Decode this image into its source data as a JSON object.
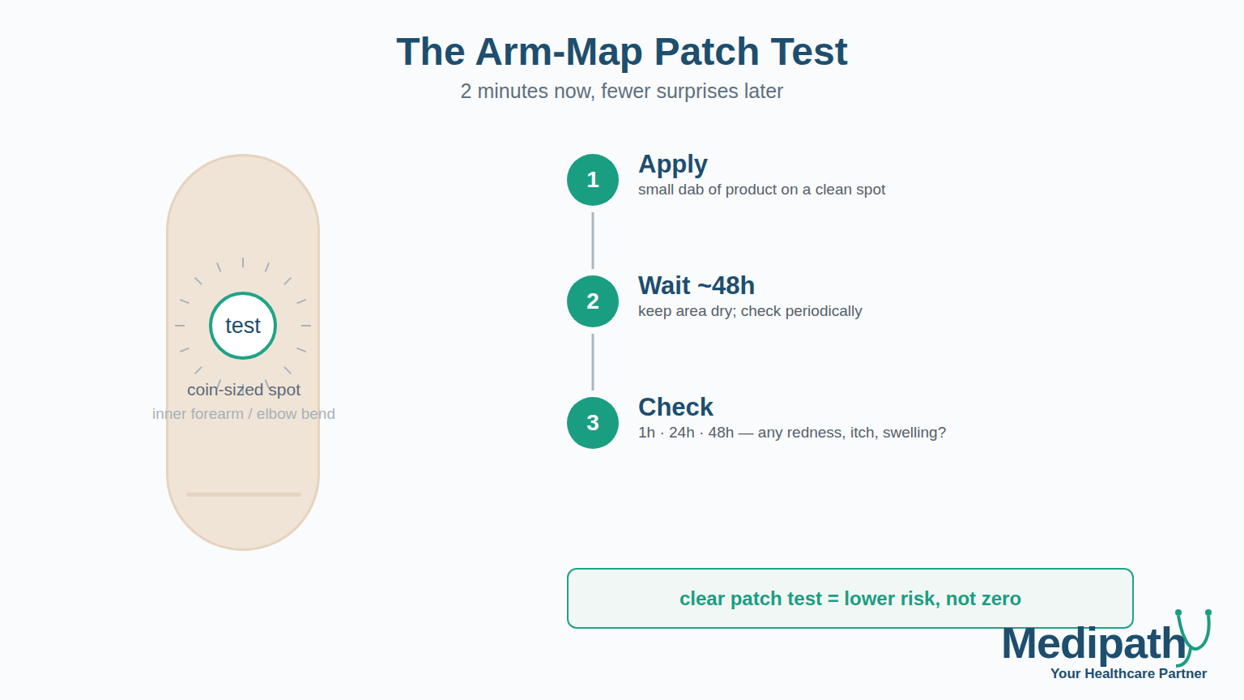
{
  "diagram": {
    "title": "The Arm-Map Patch Test",
    "caption": "2 minutes now, fewer surprises later",
    "nodes": [
      {
        "text": [
          "coin-sized spot",
          "inner forearm / elbow bend"
        ]
      },
      {
        "text": [
          "test"
        ],
        "in": 0
      },
      {
        "text": [
          "1"
        ]
      },
      {
        "text": [
          "2"
        ]
      },
      {
        "text": [
          "3"
        ]
      },
      {
        "text": [
          "clear patch test = lower risk, not zero"
        ]
      }
    ],
    "edges": [
      {
        "from": 2,
        "to": 3,
        "arrow": "none"
      },
      {
        "from": 3,
        "to": 4,
        "arrow": "none"
      }
    ],
    "labels": [
      "Apply",
      "small dab of product on a clean spot",
      "Wait ~48h",
      "keep area dry; check periodically",
      "Check",
      "1h · 24h · 48h — any redness, itch, swelling?",
      "Medipath",
      "Your Healthcare Partner"
    ]
  }
}
